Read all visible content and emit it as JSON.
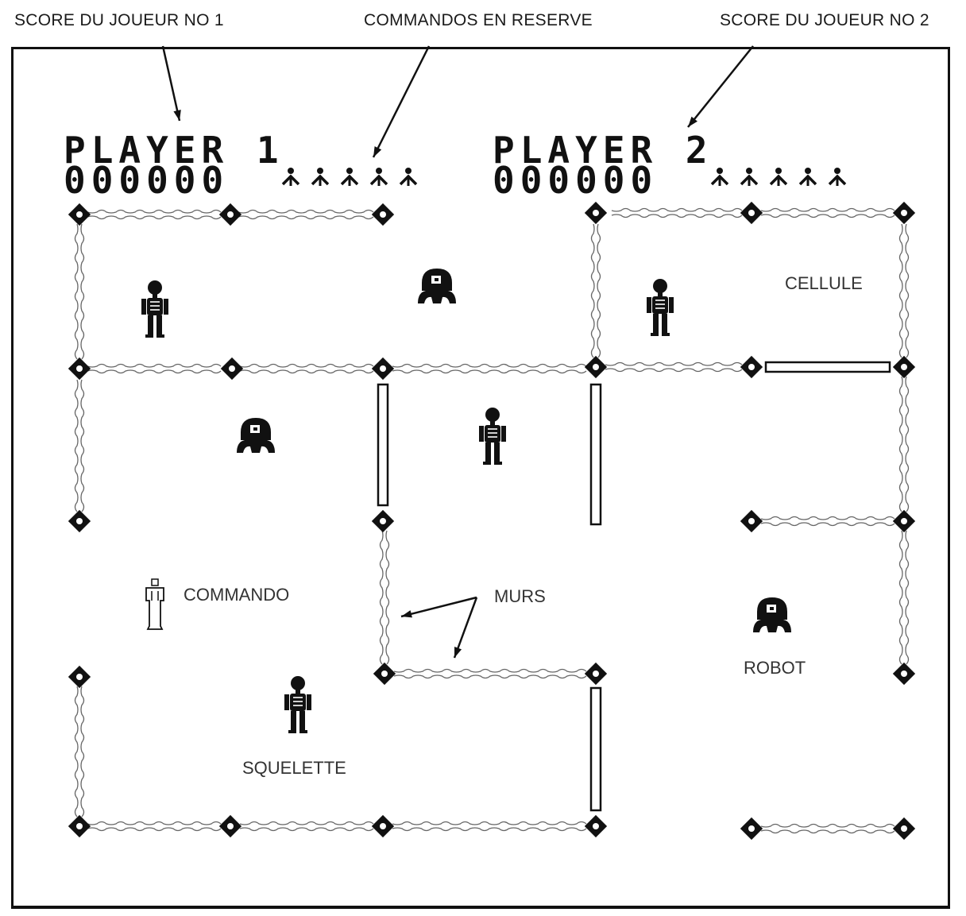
{
  "callouts": {
    "score_p1": "SCORE DU JOUEUR NO 1",
    "reserve": "COMMANDOS EN RESERVE",
    "score_p2": "SCORE DU JOUEUR NO 2"
  },
  "hud": {
    "player1": {
      "label": "PLAYER 1",
      "score": "000000",
      "reserve_lives": 5
    },
    "player2": {
      "label": "PLAYER 2",
      "score": "000000",
      "reserve_lives": 5
    }
  },
  "labels": {
    "cell": "CELLULE",
    "commando": "COMMANDO",
    "walls": "MURS",
    "robot": "ROBOT",
    "skeleton": "SQUELETTE"
  },
  "colors": {
    "ink": "#111111",
    "paper": "#ffffff",
    "text": "#333333"
  }
}
